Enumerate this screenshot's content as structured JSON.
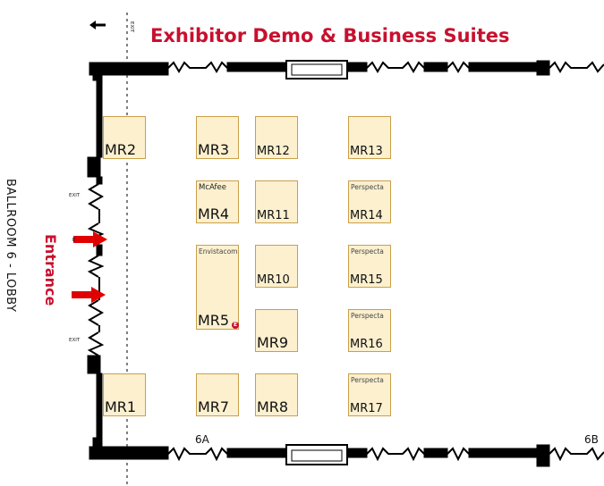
{
  "title": "Exhibitor Demo & Business Suites",
  "side_label": "BALLROOM 6  - LOBBY",
  "entrance_label": "Entrance",
  "exit_label": "EXIT",
  "door_label": " E",
  "vertical_exit_label": "EXIT",
  "room_labels": {
    "a": "6A",
    "b": "6B"
  },
  "colors": {
    "accent": "#c8102e",
    "booth_fill": "#fcf0cf",
    "booth_border": "#c9a04a",
    "wall": "#000000"
  },
  "booths": {
    "mr1": {
      "label": "MR1",
      "exhibitor": ""
    },
    "mr2": {
      "label": "MR2",
      "exhibitor": ""
    },
    "mr3": {
      "label": "MR3",
      "exhibitor": ""
    },
    "mr4": {
      "label": "MR4",
      "exhibitor": "McAfee"
    },
    "mr5": {
      "label": "MR5",
      "exhibitor": "Envistacom",
      "badge": "E"
    },
    "mr7": {
      "label": "MR7",
      "exhibitor": ""
    },
    "mr8": {
      "label": "MR8",
      "exhibitor": ""
    },
    "mr9": {
      "label": "MR9",
      "exhibitor": ""
    },
    "mr10": {
      "label": "MR10",
      "exhibitor": ""
    },
    "mr11": {
      "label": "MR11",
      "exhibitor": ""
    },
    "mr12": {
      "label": "MR12",
      "exhibitor": ""
    },
    "mr13": {
      "label": "MR13",
      "exhibitor": ""
    },
    "mr14": {
      "label": "MR14",
      "exhibitor": "Perspecta"
    },
    "mr15": {
      "label": "MR15",
      "exhibitor": "Perspecta"
    },
    "mr16": {
      "label": "MR16",
      "exhibitor": "Perspecta"
    },
    "mr17": {
      "label": "MR17",
      "exhibitor": "Perspecta"
    }
  }
}
